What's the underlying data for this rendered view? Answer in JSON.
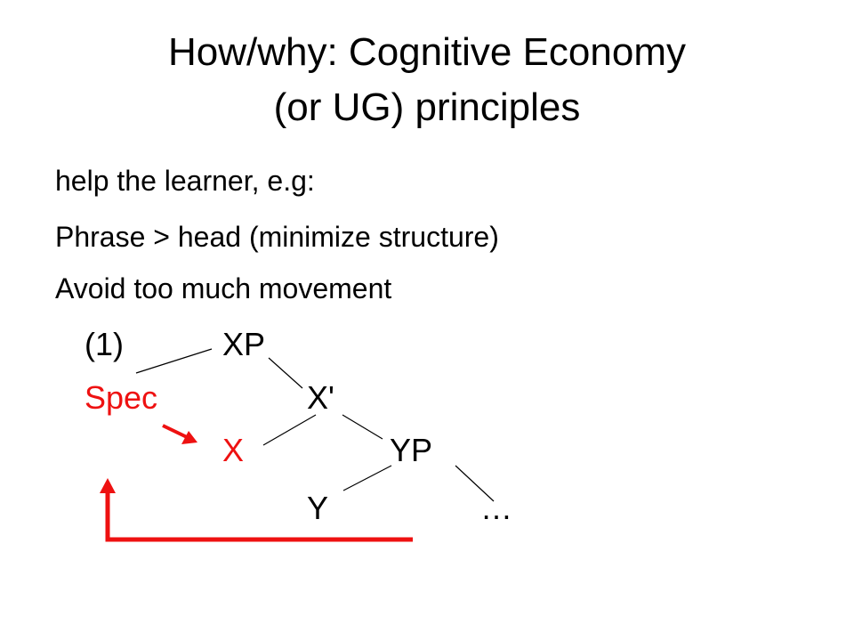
{
  "slide": {
    "title_line1": "How/why: Cognitive Economy",
    "title_line2": "(or UG) principles",
    "bullets": [
      "help the learner, e.g:",
      "Phrase > head (minimize structure)",
      "Avoid too much movement"
    ]
  },
  "tree": {
    "example_number": "(1)",
    "nodes": {
      "xp": "XP",
      "spec": "Spec",
      "xbar": "X'",
      "x": "X",
      "yp": "YP",
      "y": "Y",
      "ellipsis": "…"
    }
  },
  "colors": {
    "text": "#000000",
    "highlight": "#ee1111",
    "branch": "#000000"
  },
  "icons": {
    "movement_arrow": "short-diagonal-red-arrow",
    "return_arrow": "red-L-shaped-up-arrow"
  }
}
